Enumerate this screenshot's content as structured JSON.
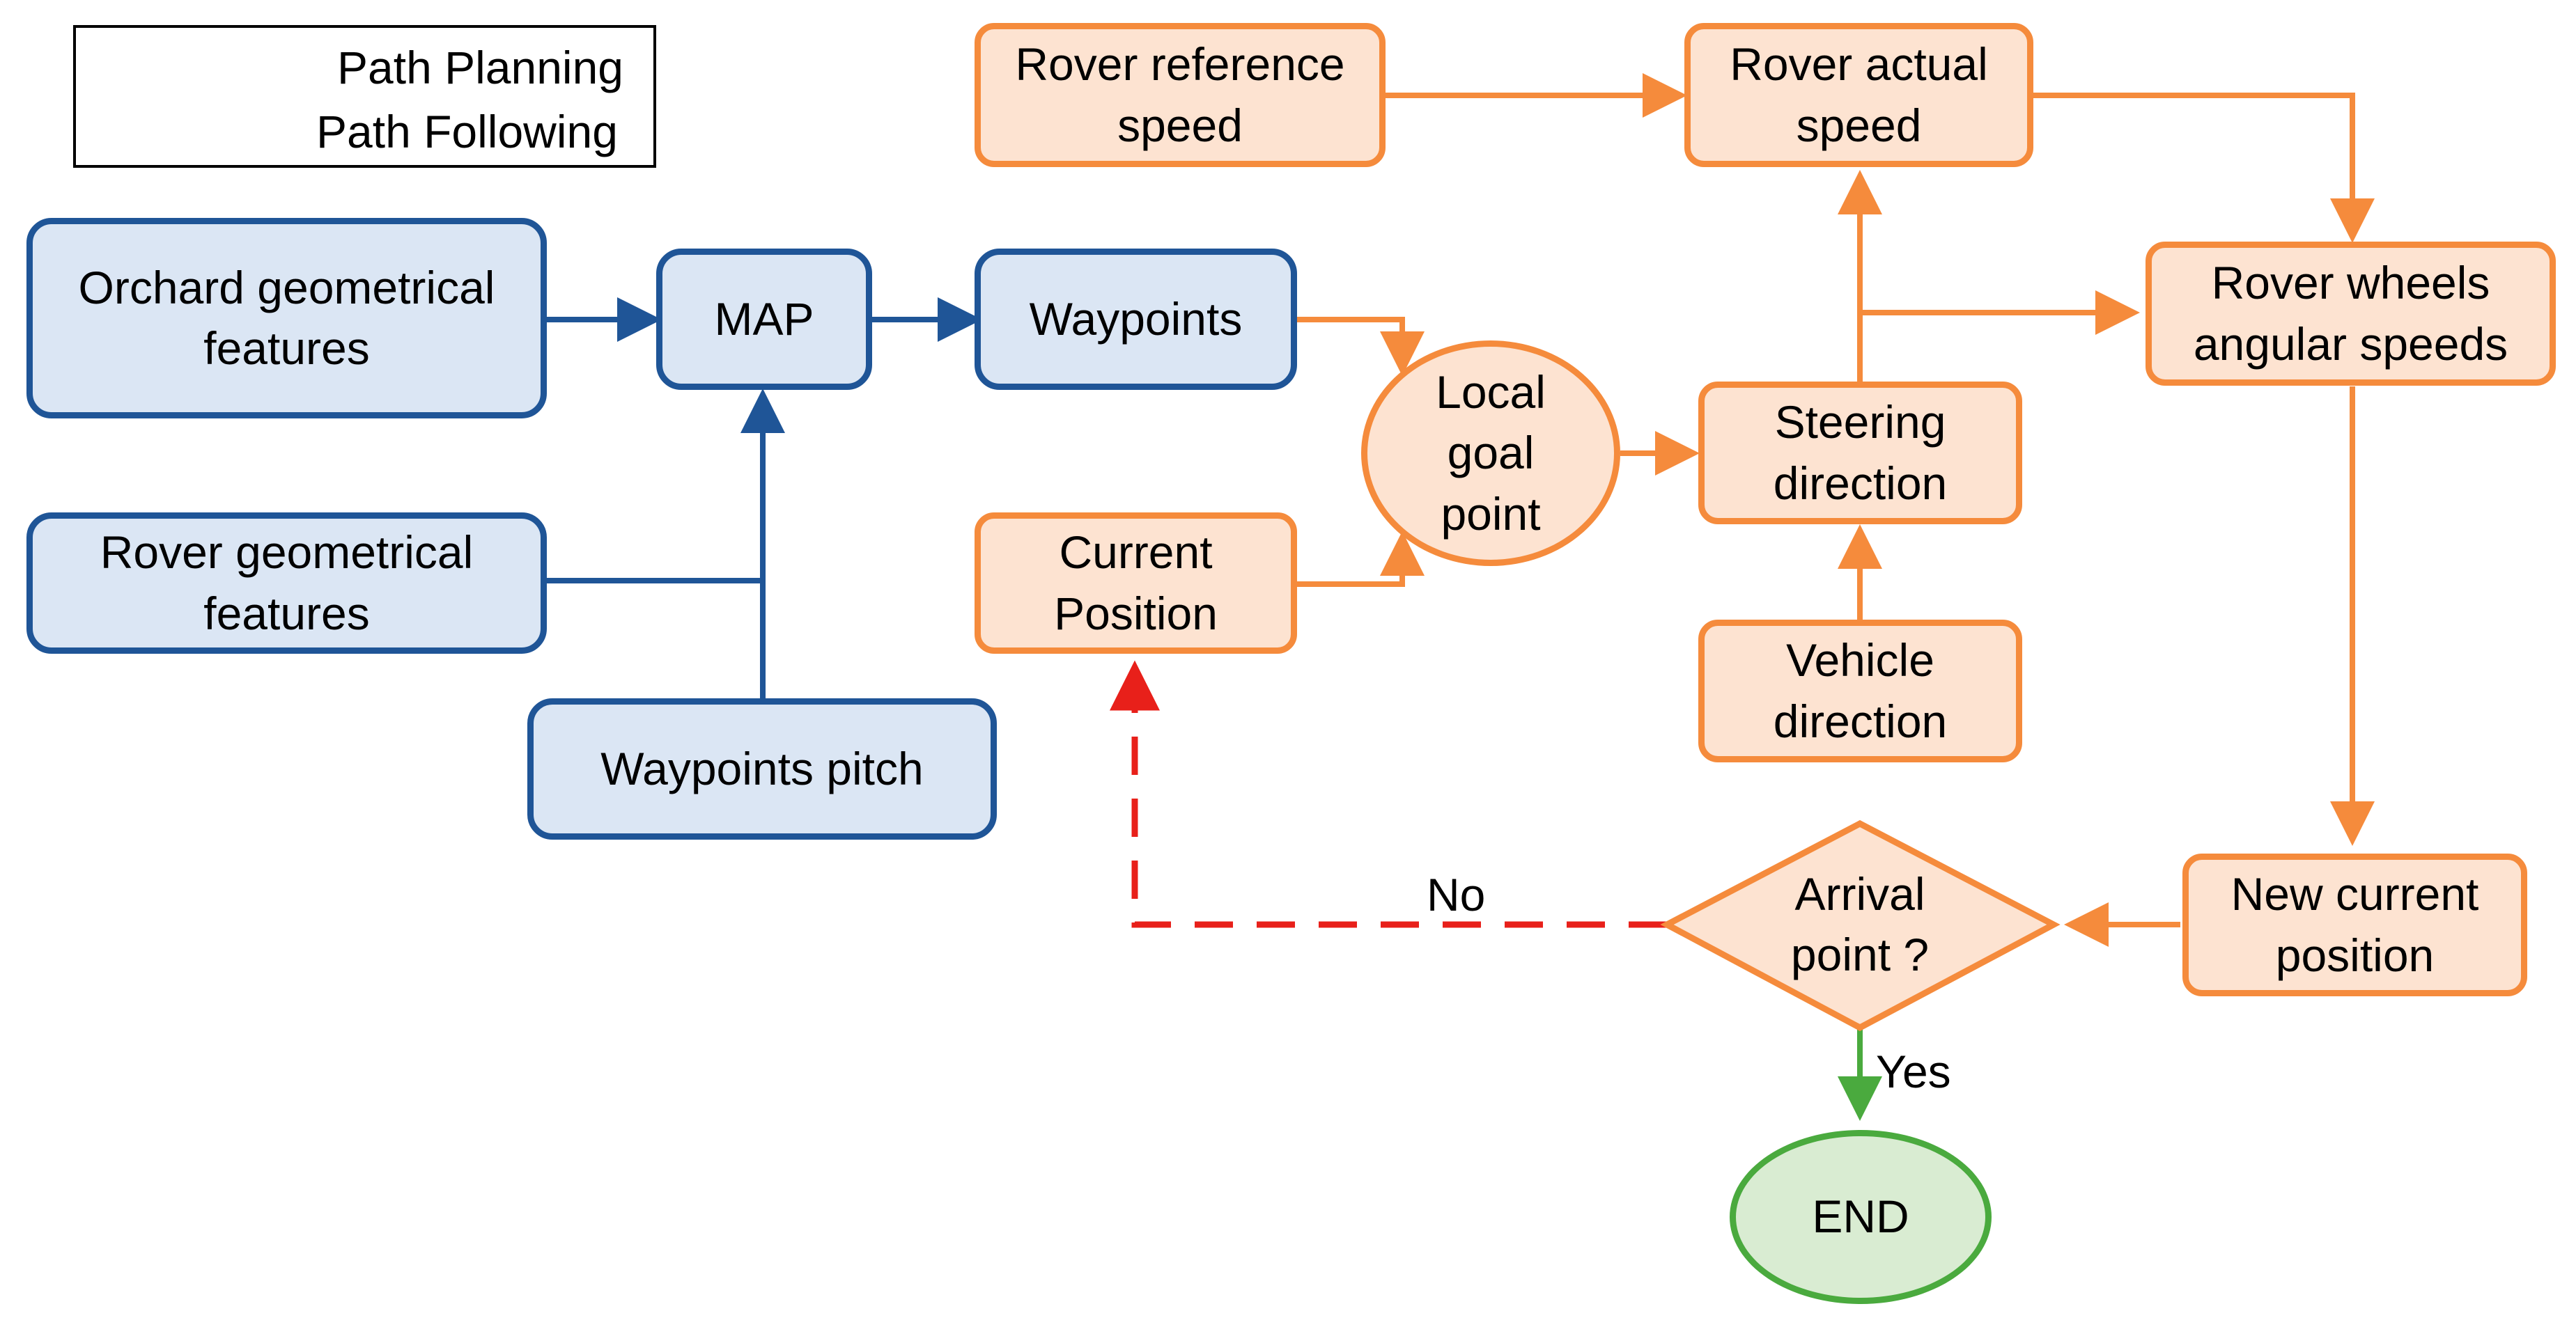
{
  "legend": {
    "path_planning": "Path Planning",
    "path_following": "Path Following"
  },
  "nodes": {
    "orchard": "Orchard geometrical\nfeatures",
    "map": "MAP",
    "waypoints": "Waypoints",
    "rover_geom": "Rover geometrical\nfeatures",
    "waypoints_pitch": "Waypoints pitch",
    "rover_ref_speed": "Rover reference\nspeed",
    "rover_actual_speed": "Rover actual\nspeed",
    "local_goal": "Local\ngoal\npoint",
    "current_position": "Current\nPosition",
    "steering": "Steering\ndirection",
    "vehicle_dir": "Vehicle\ndirection",
    "wheels": "Rover wheels\nangular speeds",
    "new_position": "New current\nposition",
    "arrival": "Arrival\npoint ?",
    "end": "END"
  },
  "edge_labels": {
    "no": "No",
    "yes": "Yes"
  },
  "colors": {
    "planning": "#1f5597",
    "following": "#f58b3c",
    "no_branch": "#e8201a",
    "yes_branch": "#4aaa3e"
  }
}
